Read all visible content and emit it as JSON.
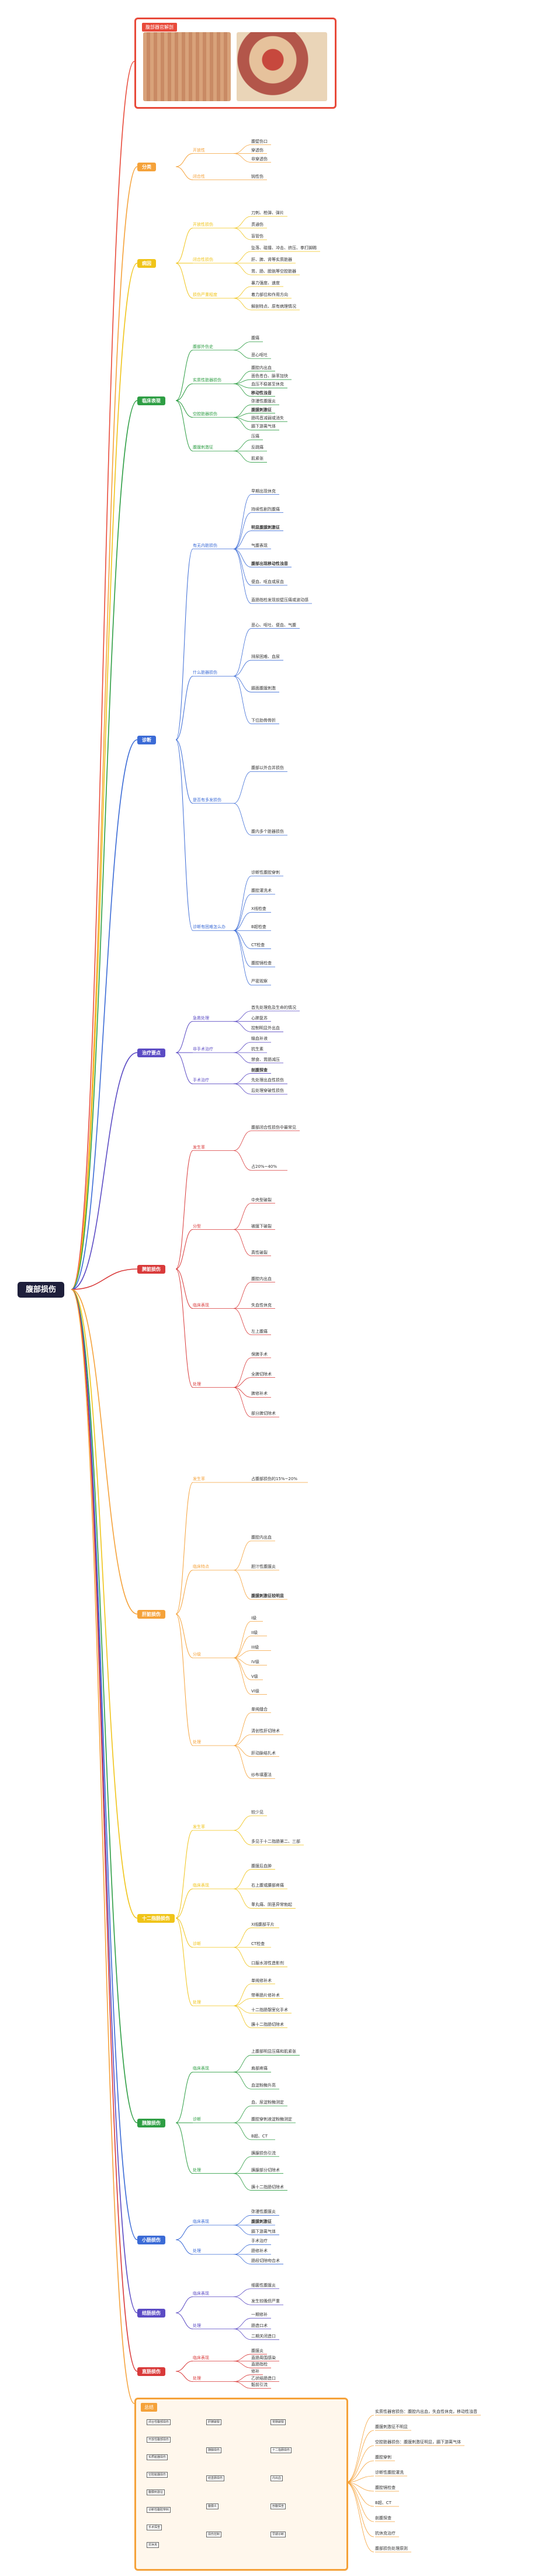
{
  "root": {
    "label": "腹部损伤",
    "color": "#1e1f3b"
  },
  "header": {
    "label": "腹部器官解剖"
  },
  "summary": {
    "label": "总结",
    "left": [
      "闭合性腹部损伤",
      "开放性腹部损伤",
      "实质脏器损伤",
      "空腔脏器损伤",
      "腹膜刺激征",
      "诊断性腹腔穿刺",
      "手术探查",
      "抗休克"
    ],
    "right": [
      "肝脾破裂",
      "胃肠破裂",
      "胰腺损伤",
      "十二指肠损伤",
      "结直肠损伤",
      "内出血",
      "腹膜炎",
      "剖腹探查",
      "损伤控制",
      "早期诊断"
    ]
  },
  "right_notes": [
    "实质性器官损伤：腹腔内出血，失血性休克，移动性浊音",
    "腹膜刺激征不明显",
    "空腔脏器损伤：腹膜刺激征明显，膈下游离气体",
    "腹腔穿刺",
    "诊断性腹腔灌洗",
    "腹腔镜检查",
    "B超、CT",
    "剖腹探查",
    "抗休克治疗",
    "腹部损伤处理原则"
  ],
  "branches": [
    {
      "name": "分类",
      "color": "#f5a23a",
      "children": [
        {
          "t": "开放性",
          "c": [
            "腹壁伤口",
            "穿透伤",
            "非穿透伤"
          ]
        },
        {
          "t": "闭合性",
          "c": [
            "钝性伤"
          ]
        }
      ]
    },
    {
      "name": "病因",
      "color": "#f0c419",
      "children": [
        {
          "t": "开放性损伤",
          "c": [
            "刀刺、枪弹、弹片",
            "贯通伤",
            "盲管伤"
          ]
        },
        {
          "t": "闭合性损伤",
          "c": [
            "坠落、碰撞、冲击、挤压、拳打脚踢",
            "肝、脾、肾等实质脏器",
            "胃、肠、膀胱等空腔脏器"
          ]
        },
        {
          "t": "损伤严重程度",
          "c": [
            "暴力强度、速度",
            "着力部位和作用方向",
            "解剖特点、原有病理情况"
          ]
        }
      ]
    },
    {
      "name": "临床表现",
      "color": "#2e9e44",
      "children": [
        {
          "t": "腹部外伤史",
          "c": [
            "腹痛",
            "恶心呕吐"
          ]
        },
        {
          "t": "实质性脏器损伤",
          "c": [
            "腹腔内出血",
            "面色苍白、脉率加快",
            "血压不稳甚至休克",
            "移动性浊音"
          ]
        },
        {
          "t": "空腔脏器损伤",
          "c": [
            "弥漫性腹膜炎",
            "腹膜刺激征",
            "肠鸣音减弱或消失",
            "膈下游离气体"
          ]
        },
        {
          "t": "腹膜刺激征",
          "c": [
            "压痛",
            "反跳痛",
            "肌紧张"
          ]
        }
      ]
    },
    {
      "name": "诊断",
      "color": "#3b6bd6",
      "children": [
        {
          "t": "有无内脏损伤",
          "c": [
            "早期出现休克",
            "持续性剧烈腹痛",
            "明显腹膜刺激征",
            "气腹表现",
            "腹部出现移动性浊音",
            "便血、呕血或尿血",
            "直肠指检发现前壁压痛或波动感"
          ]
        },
        {
          "t": "什么脏器损伤",
          "c": [
            "恶心、呕吐、便血、气腹",
            "排尿困难、血尿",
            "膈面腹膜刺激",
            "下位肋骨骨折"
          ]
        },
        {
          "t": "是否有多发损伤",
          "c": [
            "腹部以外合并损伤",
            "腹内多个脏器损伤"
          ]
        },
        {
          "t": "诊断有困难怎么办",
          "c": [
            "诊断性腹腔穿刺",
            "腹腔灌洗术",
            "X线检查",
            "B超检查",
            "CT检查",
            "腹腔镜检查",
            "严密观察"
          ]
        }
      ]
    },
    {
      "name": "治疗要点",
      "color": "#5b4bc4",
      "children": [
        {
          "t": "急救处理",
          "c": [
            "首先处理危及生命的情况",
            "心肺复苏",
            "控制明显外出血"
          ]
        },
        {
          "t": "非手术治疗",
          "c": [
            "输血补液",
            "抗生素",
            "禁食、胃肠减压"
          ]
        },
        {
          "t": "手术治疗",
          "c": [
            "剖腹探查",
            "先处理出血性损伤",
            "后处理穿破性损伤"
          ]
        }
      ]
    },
    {
      "name": "脾脏损伤",
      "color": "#d93a3a",
      "children": [
        {
          "t": "发生率",
          "c": [
            "腹部闭合性损伤中最常见",
            "占20%~40%"
          ]
        },
        {
          "t": "分型",
          "c": [
            "中央型破裂",
            "被膜下破裂",
            "真性破裂"
          ]
        },
        {
          "t": "临床表现",
          "c": [
            "腹腔内出血",
            "失血性休克",
            "左上腹痛"
          ]
        },
        {
          "t": "处理",
          "c": [
            "保脾手术",
            "全脾切除术",
            "脾修补术",
            "部分脾切除术"
          ]
        }
      ]
    },
    {
      "name": "肝脏损伤",
      "color": "#f5a23a",
      "children": [
        {
          "t": "发生率",
          "c": [
            "占腹部损伤的15%~20%"
          ]
        },
        {
          "t": "临床特点",
          "c": [
            "腹腔内出血",
            "胆汁性腹膜炎",
            "腹膜刺激征较明显"
          ]
        },
        {
          "t": "分级",
          "c": [
            "I级",
            "II级",
            "III级",
            "IV级",
            "V级",
            "VI级"
          ]
        },
        {
          "t": "处理",
          "c": [
            "单纯缝合",
            "清创性肝切除术",
            "肝动脉结扎术",
            "纱布填塞法"
          ]
        }
      ]
    },
    {
      "name": "十二指肠损伤",
      "color": "#f0c419",
      "children": [
        {
          "t": "发生率",
          "c": [
            "较少见",
            "多见于十二指肠第二、三部"
          ]
        },
        {
          "t": "临床表现",
          "c": [
            "腹膜后血肿",
            "右上腹或腰部疼痛",
            "睾丸痛、阴茎异常勃起"
          ]
        },
        {
          "t": "诊断",
          "c": [
            "X线腹部平片",
            "CT检查",
            "口服水溶性造影剂"
          ]
        },
        {
          "t": "处理",
          "c": [
            "单纯修补术",
            "带蒂肠片修补术",
            "十二指肠憩室化手术",
            "胰十二指肠切除术"
          ]
        }
      ]
    },
    {
      "name": "胰腺损伤",
      "color": "#2e9e44",
      "children": [
        {
          "t": "临床表现",
          "c": [
            "上腹部明显压痛和肌紧张",
            "肩部疼痛",
            "血淀粉酶升高"
          ]
        },
        {
          "t": "诊断",
          "c": [
            "血、尿淀粉酶测定",
            "腹腔穿刺液淀粉酶测定",
            "B超、CT"
          ]
        },
        {
          "t": "处理",
          "c": [
            "胰腺损伤引流",
            "胰腺部分切除术",
            "胰十二指肠切除术"
          ]
        }
      ]
    },
    {
      "name": "小肠损伤",
      "color": "#3b6bd6",
      "children": [
        {
          "t": "临床表现",
          "c": [
            "弥漫性腹膜炎",
            "腹膜刺激征",
            "膈下游离气体"
          ]
        },
        {
          "t": "处理",
          "c": [
            "手术治疗",
            "肠修补术",
            "肠段切除吻合术"
          ]
        }
      ]
    },
    {
      "name": "结肠损伤",
      "color": "#5b4bc4",
      "children": [
        {
          "t": "临床表现",
          "c": [
            "细菌性腹膜炎",
            "发生较晚但严重"
          ]
        },
        {
          "t": "处理",
          "c": [
            "一期修补",
            "肠造口术",
            "二期关闭造口"
          ]
        }
      ]
    },
    {
      "name": "直肠损伤",
      "color": "#d93a3a",
      "children": [
        {
          "t": "临床表现",
          "c": [
            "腹膜炎",
            "直肠周围感染",
            "直肠指检"
          ]
        },
        {
          "t": "处理",
          "c": [
            "修补",
            "乙状结肠造口",
            "骶前引流"
          ]
        }
      ]
    }
  ]
}
